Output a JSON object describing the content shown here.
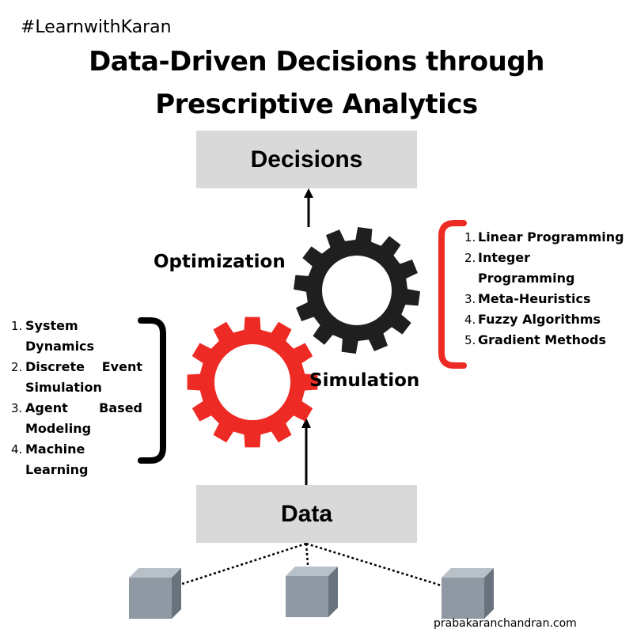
{
  "hashtag": "#LearnwithKaran",
  "title": {
    "line1": "Data-Driven Decisions through",
    "line2": "Prescriptive Analytics"
  },
  "boxes": {
    "decisions": "Decisions",
    "data": "Data"
  },
  "labels": {
    "optimization": "Optimization",
    "simulation": "Simulation"
  },
  "simulation_methods": [
    {
      "num": "1.",
      "line1": "System",
      "line2": "Dynamics"
    },
    {
      "num": "2.",
      "line1": "Discrete Event",
      "line2": "Simulation"
    },
    {
      "num": "3.",
      "line1": "Agent Based",
      "line2": "Modeling"
    },
    {
      "num": "4.",
      "line1": "Machine",
      "line2": "Learning"
    }
  ],
  "optimization_methods": [
    {
      "num": "1.",
      "text": "Linear Programming"
    },
    {
      "num": "2.",
      "text": "Integer Programming"
    },
    {
      "num": "3.",
      "text": "Meta-Heuristics"
    },
    {
      "num": "4.",
      "text": "Fuzzy Algorithms"
    },
    {
      "num": "5.",
      "text": "Gradient Methods"
    }
  ],
  "footer": "prabakaranchandran.com",
  "colors": {
    "gear_optimization": "#1f1f1f",
    "gear_simulation": "#ee2a24",
    "bracket_optimization": "#ee2a24",
    "bracket_simulation": "#000000",
    "box_fill": "#d9d9d9",
    "cube_face": "#8e99a3"
  },
  "icons": [
    "gear-icon",
    "gear-icon",
    "cube-icon",
    "cube-icon",
    "cube-icon",
    "arrow-up-icon",
    "arrow-up-icon"
  ]
}
